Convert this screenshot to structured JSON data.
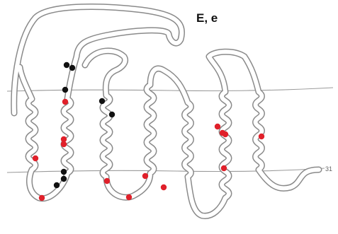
{
  "diagram": {
    "title": "E, e",
    "c_terminus_label": "31",
    "colors": {
      "outline": "#8a8a8a",
      "membrane_line": "#9a9a9a",
      "red_dot": "#e0202a",
      "black_dot": "#111111"
    },
    "dot_counts": {
      "red": 14,
      "black": 8
    }
  }
}
